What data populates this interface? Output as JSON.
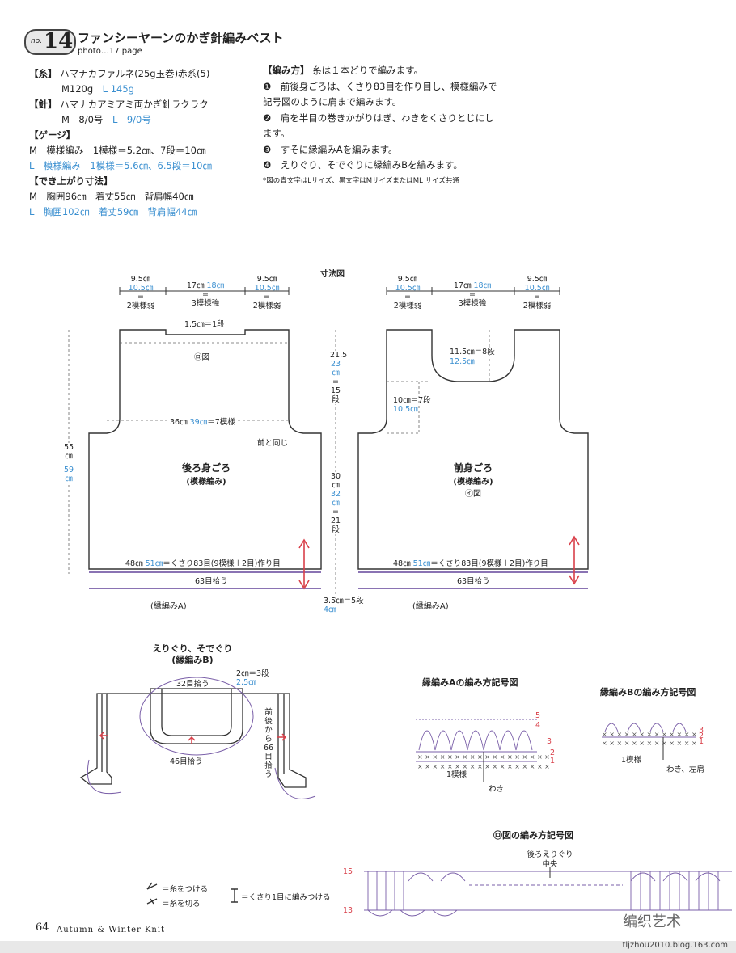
{
  "header": {
    "no_label": "no.",
    "no_number": "14",
    "title": "ファンシーヤーンのかぎ針編みベスト",
    "photo": "photo…17 page"
  },
  "materials": {
    "yarn_h": "【糸】",
    "yarn_1": "ハマナカファルネ(25g玉巻)赤系(5)",
    "yarn_m": "M120g",
    "yarn_l": "L 145g",
    "needle_h": "【針】",
    "needle_1": "ハマナカアミアミ両かぎ針ラクラク",
    "needle_m": "M　8/0号",
    "needle_l": "L　9/0号",
    "gauge_h": "【ゲージ】",
    "gauge_m": "M　模様編み　1模様＝5.2㎝、7段＝10㎝",
    "gauge_l": "L　模様編み　1模様＝5.6㎝、6.5段＝10㎝",
    "size_h": "【でき上がり寸法】",
    "size_m": "M　胸囲96㎝　着丈55㎝　背肩幅40㎝",
    "size_l": "L　胸囲102㎝　着丈59㎝　背肩幅44㎝"
  },
  "howto": {
    "h": "【編み方】",
    "lead": "糸は１本どりで編みます。",
    "s1": "❶　前後身ごろは、くさり83目を作り目し、模様編みで記号図のように肩まで編みます。",
    "s2": "❷　肩を半目の巻きかがりはぎ、わきをくさりとじにします。",
    "s3": "❸　すそに縁編みAを編みます。",
    "s4": "❹　えりぐり、そでぐりに縁編みBを編みます。",
    "note": "*図の青文字はLサイズ、黒文字はMサイズまたはML サイズ共通"
  },
  "diagram": {
    "title": "寸法図",
    "w1_m": "9.5㎝",
    "w1_l": "10.5㎝",
    "w1_p": "2模様弱",
    "w2_m": "17㎝",
    "w2_l": "18㎝",
    "w2_p": "3模様強",
    "eq": "=",
    "back_neck": "1.5㎝＝1段",
    "ro": "㋺図",
    "back_width_m": "36㎝",
    "back_width_l": "39㎝",
    "back_width_p": "＝7模様",
    "same_front": "前と同じ",
    "back_name": "後ろ身ごろ",
    "pattern": "(模様編み)",
    "hem_m": "48㎝",
    "hem_l": "51㎝",
    "hem_p": "＝くさり83目(9模様＋2目)作り目",
    "pick63": "63目拾う",
    "edge_a": "(縁編みA)",
    "len_m": "55",
    "len_l": "59",
    "cm": "㎝",
    "arm_m": "21.5",
    "arm_l": "23",
    "arm_rows": "15",
    "dan": "段",
    "body_m": "30",
    "body_l": "32",
    "body_rows": "21",
    "hem_h_m": "3.5㎝",
    "hem_h_l": "4㎝",
    "hem_h_p": "＝5段",
    "fneck_m": "11.5㎝",
    "fneck_l": "12.5㎝",
    "fneck_p": "＝8段",
    "farm_m": "10㎝",
    "farm_l": "10.5㎝",
    "farm_p": "＝7段",
    "front_name": "前身ごろ",
    "i": "㋑図"
  },
  "edging": {
    "title": "えりぐり、そでぐり",
    "sub": "(縁編みB)",
    "pick32": "32目拾う",
    "pick46": "46目拾う",
    "band_m": "2㎝",
    "band_l": "2.5㎝",
    "band_p": "＝3段",
    "side": "前後から66目拾う"
  },
  "charts": {
    "a_title": "縁編みAの編み方記号図",
    "b_title": "縁編みBの編み方記号図",
    "ro_title": "㋺図の編み方記号図",
    "one_pattern": "1模様",
    "waki": "わき",
    "waki_shoulder": "わき、左肩",
    "back_neck": "後ろえりぐり",
    "center": "中央",
    "r5": "5",
    "r4": "4",
    "r3": "3",
    "r2": "2",
    "r1": "1",
    "r15": "15",
    "r13": "13"
  },
  "legend": {
    "attach": "＝糸をつける",
    "cut": "＝糸を切る",
    "into": "＝くさり1目に編みつける"
  },
  "footer": {
    "page": "64",
    "book": "Autumn & Winter Knit",
    "watermark": "编织艺术",
    "url": "tljzhou2010.blog.163.com"
  },
  "colors": {
    "blue": "#3a8fd0",
    "red": "#d9404a",
    "purple": "#7a5fa8"
  }
}
